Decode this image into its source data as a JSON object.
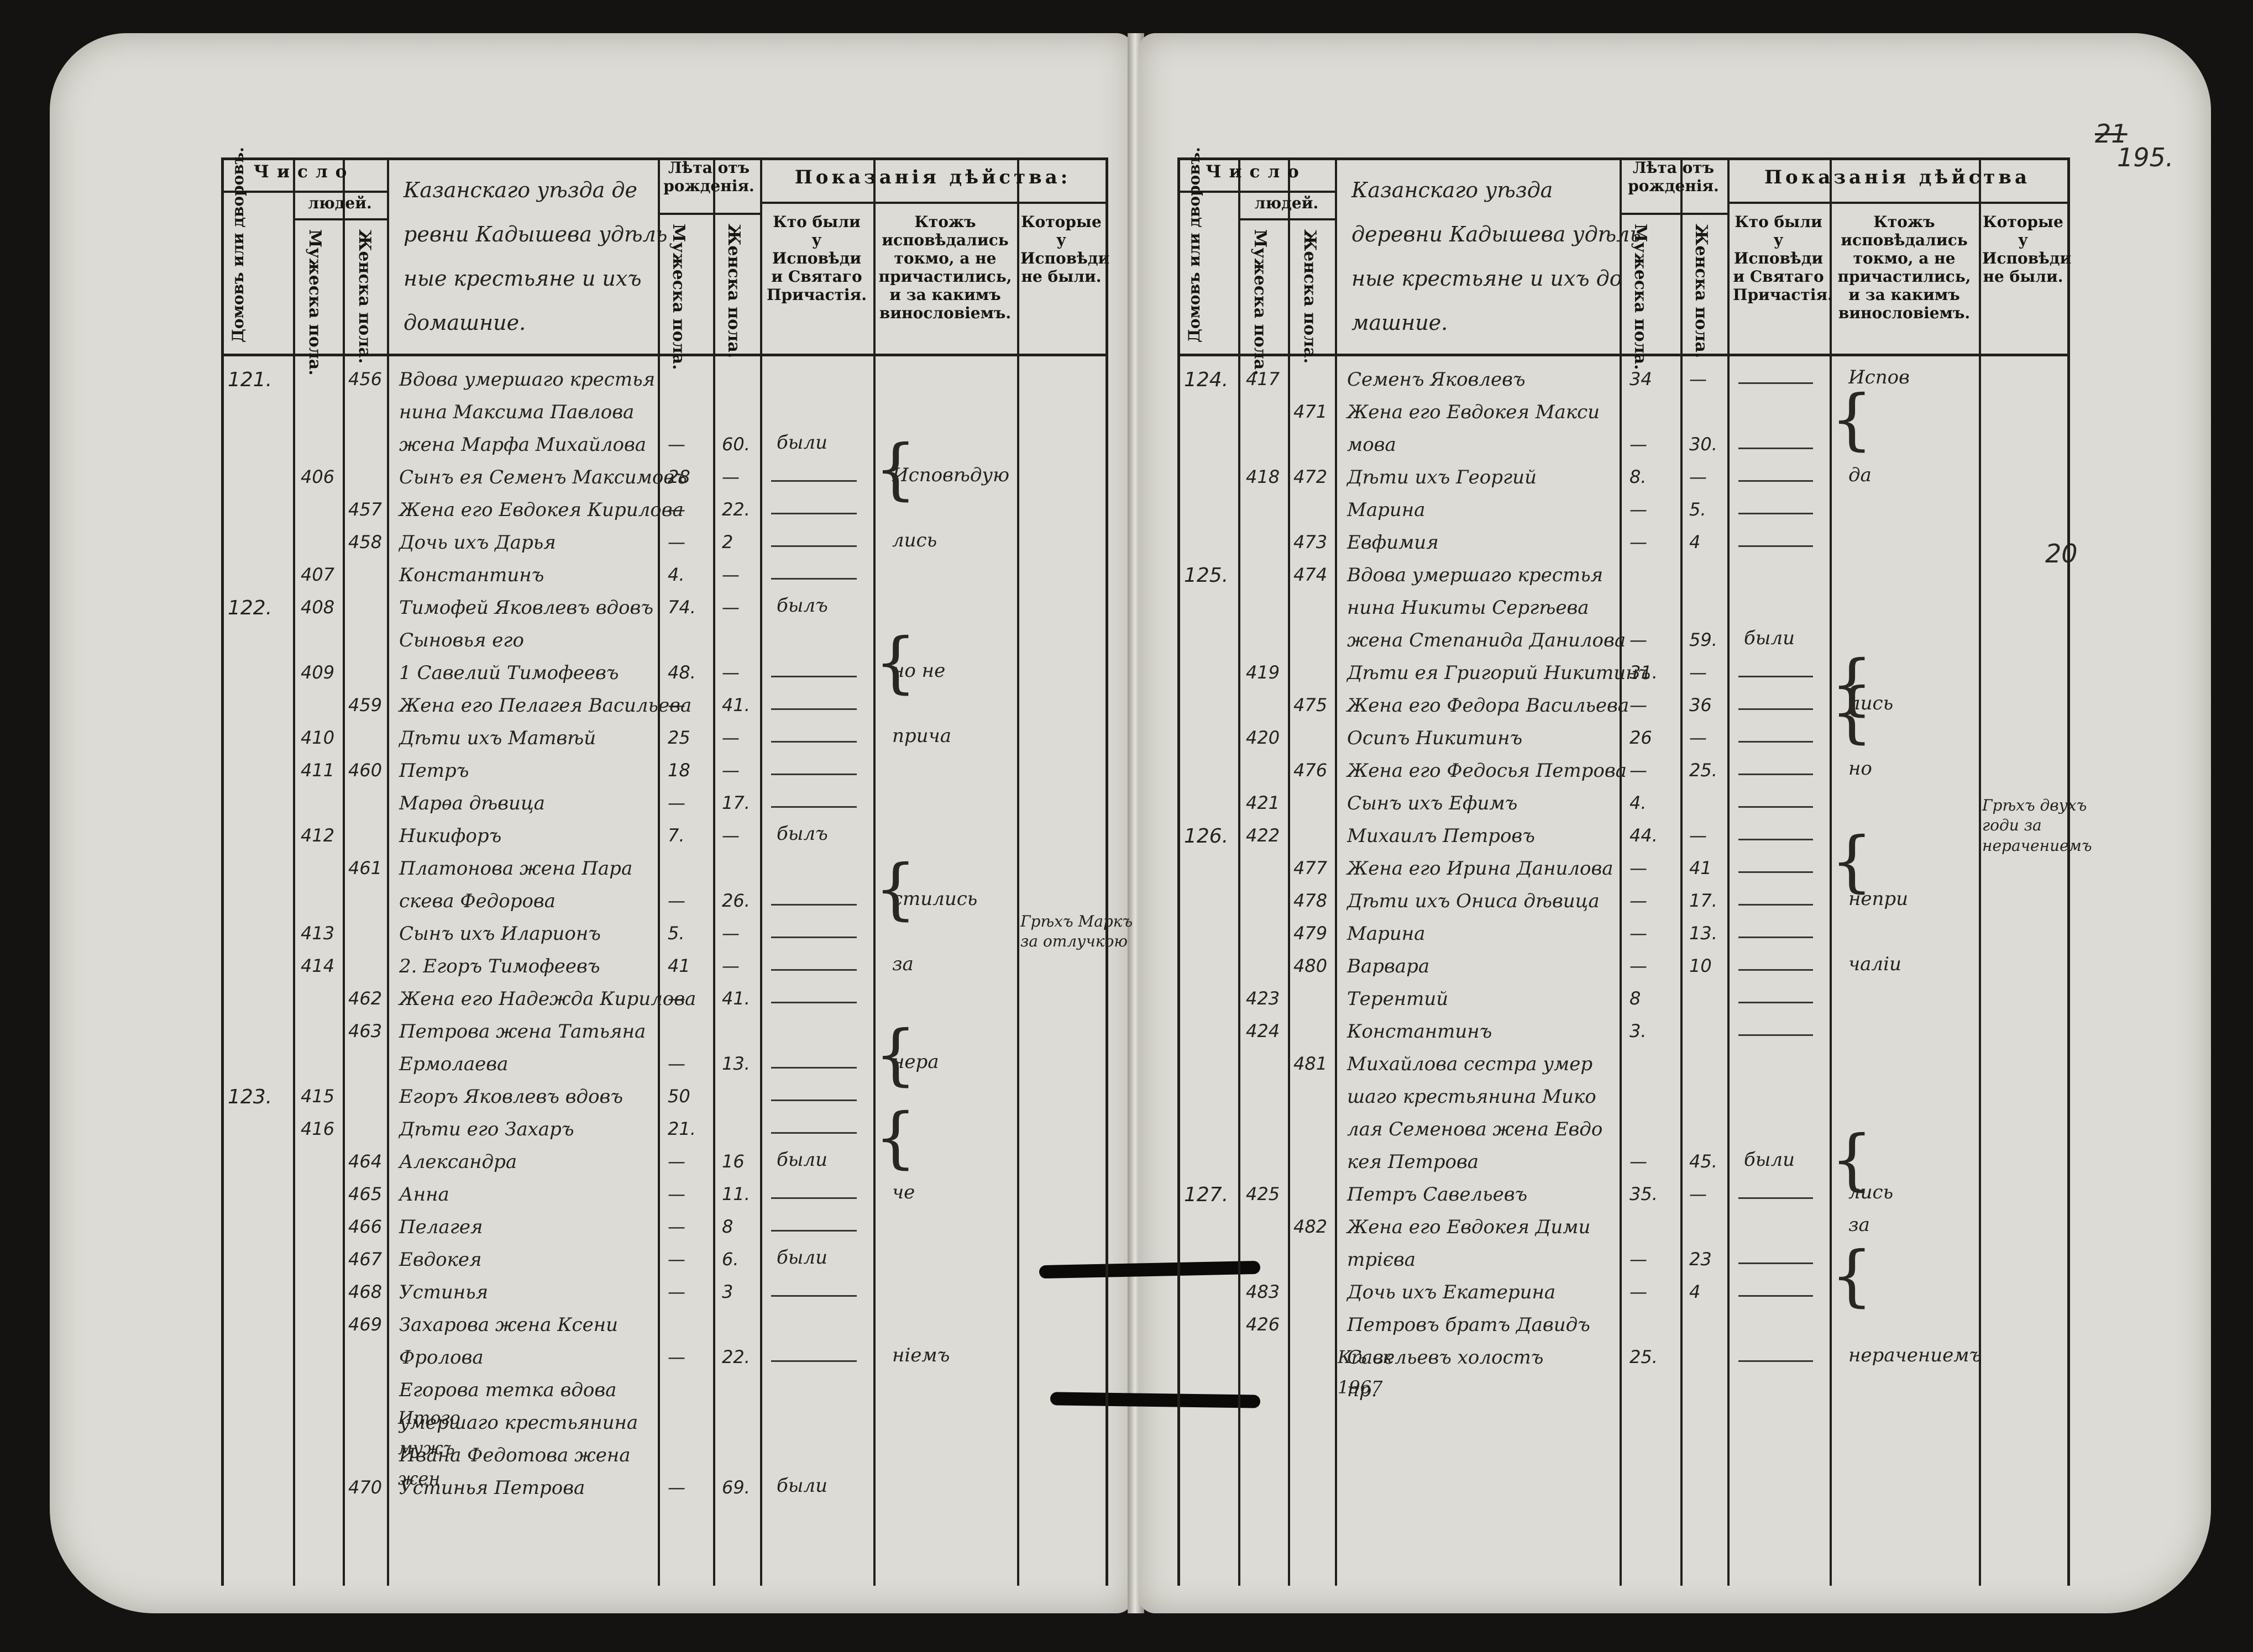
{
  "colors": {
    "paper": "#dcdbd5",
    "ink": "#23201c",
    "background": "#151311"
  },
  "left": {
    "header": {
      "chislo": "Число",
      "lyudey": "людей.",
      "domov": "Домовъ или дворовъ.",
      "muzh": "Мужеска пола.",
      "zhen": "Женска пола.",
      "title_hw": [
        "Казанскаго уѣзда де",
        "ревни Кадышева удѣль",
        "ные крестьяне и ихъ",
        "домашние."
      ],
      "let_ot": "Лѣта отъ рожденія.",
      "muzh2": "Мужеска пола.",
      "zhen2": "Женска пола.",
      "pokazaniya": "Показанія дѣйства:",
      "kto": "Кто были у Исповѣди и Святаго Причастія.",
      "ktozh": "Ктожъ исповѣдались токмо, а не причастились, и за какимъ винословіемъ.",
      "kotorye": "Которые у Исповѣди не были."
    },
    "rows": [
      {
        "d": "121.",
        "m": "",
        "f": "456",
        "name": "Вдова умершаго крестья",
        "am": "",
        "af": "",
        "c1": "",
        "c2": ""
      },
      {
        "d": "",
        "m": "",
        "f": "",
        "name": "нина Максима Павлова",
        "am": "",
        "af": "",
        "c1": "",
        "c2": ""
      },
      {
        "d": "",
        "m": "",
        "f": "",
        "name": "жена Марфа Михайлова",
        "am": "—",
        "af": "60.",
        "c1": "были",
        "c2": ""
      },
      {
        "d": "",
        "m": "406",
        "f": "",
        "name": "Сынъ ея Семенъ Максимовъ",
        "am": "28",
        "af": "—",
        "c1": "",
        "c2": "Исповѣдую"
      },
      {
        "d": "",
        "m": "",
        "f": "457",
        "name": "Жена его Евдокея Кирилова",
        "am": "—",
        "af": "22.",
        "c1": "",
        "c2": ""
      },
      {
        "d": "",
        "m": "",
        "f": "458",
        "name": "Дочь ихъ Дарья",
        "am": "—",
        "af": "2",
        "c1": "",
        "c2": "лись"
      },
      {
        "d": "",
        "m": "407",
        "f": "",
        "name": "Константинъ",
        "am": "4.",
        "af": "—",
        "c1": "",
        "c2": ""
      },
      {
        "d": "122.",
        "m": "408",
        "f": "",
        "name": "Тимофей Яковлевъ вдовъ",
        "am": "74.",
        "af": "—",
        "c1": "былъ",
        "c2": ""
      },
      {
        "d": "",
        "m": "",
        "f": "",
        "name": "Сыновья его",
        "am": "",
        "af": "",
        "c1": "",
        "c2": ""
      },
      {
        "d": "",
        "m": "409",
        "f": "",
        "name": "1 Савелий Тимофеевъ",
        "am": "48.",
        "af": "—",
        "c1": "",
        "c2": "но не"
      },
      {
        "d": "",
        "m": "",
        "f": "459",
        "name": "Жена его Пелагея Васильева",
        "am": "—",
        "af": "41.",
        "c1": "",
        "c2": ""
      },
      {
        "d": "",
        "m": "410",
        "f": "",
        "name": "Дѣти ихъ Матвѣй",
        "am": "25",
        "af": "—",
        "c1": "",
        "c2": "прича"
      },
      {
        "d": "",
        "m": "411",
        "f": "460",
        "name": "Петръ",
        "am": "18",
        "af": "—",
        "c1": "",
        "c2": ""
      },
      {
        "d": "",
        "m": "",
        "f": "",
        "name": "Марѳа дѣвица",
        "am": "—",
        "af": "17.",
        "c1": "",
        "c2": ""
      },
      {
        "d": "",
        "m": "412",
        "f": "",
        "name": "Никифоръ",
        "am": "7.",
        "af": "—",
        "c1": "былъ",
        "c2": ""
      },
      {
        "d": "",
        "m": "",
        "f": "461",
        "name": "Платонова жена Пара",
        "am": "",
        "af": "",
        "c1": "",
        "c2": ""
      },
      {
        "d": "",
        "m": "",
        "f": "",
        "name": "скева Федорова",
        "am": "—",
        "af": "26.",
        "c1": "",
        "c2": "стились"
      },
      {
        "d": "",
        "m": "413",
        "f": "",
        "name": "Сынъ ихъ Иларионъ",
        "am": "5.",
        "af": "—",
        "c1": "",
        "c2": ""
      },
      {
        "d": "",
        "m": "414",
        "f": "",
        "name": "2. Егоръ Тимофеевъ",
        "am": "41",
        "af": "—",
        "c1": "",
        "c2": "за"
      },
      {
        "d": "",
        "m": "",
        "f": "462",
        "name": "Жена его Надежда Кирилова",
        "am": "—",
        "af": "41.",
        "c1": "",
        "c2": ""
      },
      {
        "d": "",
        "m": "",
        "f": "463",
        "name": "Петрова жена Татьяна",
        "am": "",
        "af": "",
        "c1": "",
        "c2": ""
      },
      {
        "d": "",
        "m": "",
        "f": "",
        "name": "Ермолаева",
        "am": "—",
        "af": "13.",
        "c1": "",
        "c2": "нера"
      },
      {
        "d": "123.",
        "m": "415",
        "f": "",
        "name": "Егоръ Яковлевъ вдовъ",
        "am": "50",
        "af": "",
        "c1": "",
        "c2": ""
      },
      {
        "d": "",
        "m": "416",
        "f": "",
        "name": "Дѣти его Захаръ",
        "am": "21.",
        "af": "",
        "c1": "",
        "c2": ""
      },
      {
        "d": "",
        "m": "",
        "f": "464",
        "name": "Александра",
        "am": "—",
        "af": "16",
        "c1": "были",
        "c2": ""
      },
      {
        "d": "",
        "m": "",
        "f": "465",
        "name": "Анна",
        "am": "—",
        "af": "11.",
        "c1": "",
        "c2": "че"
      },
      {
        "d": "",
        "m": "",
        "f": "466",
        "name": "Пелагея",
        "am": "—",
        "af": "8",
        "c1": "",
        "c2": ""
      },
      {
        "d": "",
        "m": "",
        "f": "467",
        "name": "Евдокея",
        "am": "—",
        "af": "6.",
        "c1": "были",
        "c2": ""
      },
      {
        "d": "",
        "m": "",
        "f": "468",
        "name": "Устинья",
        "am": "—",
        "af": "3",
        "c1": "",
        "c2": ""
      },
      {
        "d": "",
        "m": "",
        "f": "469",
        "name": "Захарова жена Ксени",
        "am": "",
        "af": "",
        "c1": "",
        "c2": ""
      },
      {
        "d": "",
        "m": "",
        "f": "",
        "name": "Фролова",
        "am": "—",
        "af": "22.",
        "c1": "",
        "c2": "ніемъ"
      },
      {
        "d": "",
        "m": "",
        "f": "",
        "name": "Егорова тетка вдова",
        "am": "",
        "af": "",
        "c1": "",
        "c2": ""
      },
      {
        "d": "",
        "m": "",
        "f": "",
        "name": "умершаго крестьянина",
        "am": "",
        "af": "",
        "c1": "",
        "c2": ""
      },
      {
        "d": "",
        "m": "",
        "f": "",
        "name": "Ивана Федотова жена",
        "am": "",
        "af": "",
        "c1": "",
        "c2": ""
      },
      {
        "d": "",
        "m": "",
        "f": "470",
        "name": "Устинья Петрова",
        "am": "—",
        "af": "69.",
        "c1": "были",
        "c2": ""
      }
    ],
    "note_col4": "Грѣхъ Маркъ за отлучкою",
    "bottom_sum": [
      "Итого",
      "мужъ",
      "жен"
    ]
  },
  "right": {
    "header": {
      "chislo": "Число",
      "lyudey": "людей.",
      "domov": "Домовъ или дворовъ.",
      "muzh": "Мужеска пола.",
      "zhen": "Женска пола.",
      "title_hw": [
        "Казанскаго уѣзда",
        "деревни Кадышева удѣль",
        "ные крестьяне и ихъ до",
        "машние."
      ],
      "let_ot": "Лѣта отъ рожденія.",
      "muzh2": "Мужеска пола.",
      "zhen2": "Женска пола.",
      "pokazaniya": "Показанія дѣйства",
      "kto": "Кто были у Исповѣди и Святаго Причастія.",
      "ktozh": "Ктожъ исповѣдались токмо, а не причастились, и за какимъ винословіемъ.",
      "kotorye": "Которые у Исповѣди не были."
    },
    "rows": [
      {
        "d": "124.",
        "m": "417",
        "f": "",
        "name": "Семенъ Яковлевъ",
        "am": "34",
        "af": "—",
        "c1": "",
        "c2": "Испов"
      },
      {
        "d": "",
        "m": "",
        "f": "471",
        "name": "Жена его Евдокея Макси",
        "am": "",
        "af": "",
        "c1": "",
        "c2": ""
      },
      {
        "d": "",
        "m": "",
        "f": "",
        "name": "мова",
        "am": "—",
        "af": "30.",
        "c1": "",
        "c2": ""
      },
      {
        "d": "",
        "m": "418",
        "f": "472",
        "name": "Дѣти ихъ Георгий",
        "am": "8.",
        "af": "—",
        "c1": "",
        "c2": "да"
      },
      {
        "d": "",
        "m": "",
        "f": "",
        "name": "Марина",
        "am": "—",
        "af": "5.",
        "c1": "",
        "c2": ""
      },
      {
        "d": "",
        "m": "",
        "f": "473",
        "name": "Евфимия",
        "am": "—",
        "af": "4",
        "c1": "",
        "c2": ""
      },
      {
        "d": "125.",
        "m": "",
        "f": "474",
        "name": "Вдова умершаго крестья",
        "am": "",
        "af": "",
        "c1": "",
        "c2": ""
      },
      {
        "d": "",
        "m": "",
        "f": "",
        "name": "нина Никиты Сергѣева",
        "am": "",
        "af": "",
        "c1": "",
        "c2": ""
      },
      {
        "d": "",
        "m": "",
        "f": "",
        "name": "жена Степанида Данилова",
        "am": "—",
        "af": "59.",
        "c1": "были",
        "c2": ""
      },
      {
        "d": "",
        "m": "419",
        "f": "",
        "name": "Дѣти ея Григорий Никитинъ",
        "am": "31.",
        "af": "—",
        "c1": "",
        "c2": ""
      },
      {
        "d": "",
        "m": "",
        "f": "475",
        "name": "Жена его Федора Васильева",
        "am": "—",
        "af": "36",
        "c1": "",
        "c2": "лись"
      },
      {
        "d": "",
        "m": "420",
        "f": "",
        "name": "Осипъ Никитинъ",
        "am": "26",
        "af": "—",
        "c1": "",
        "c2": ""
      },
      {
        "d": "",
        "m": "",
        "f": "476",
        "name": "Жена его Федосья Петрова",
        "am": "—",
        "af": "25.",
        "c1": "",
        "c2": "но"
      },
      {
        "d": "",
        "m": "421",
        "f": "",
        "name": "Сынъ ихъ Ефимъ",
        "am": "4.",
        "af": "",
        "c1": "",
        "c2": ""
      },
      {
        "d": "126.",
        "m": "422",
        "f": "",
        "name": "Михаилъ Петровъ",
        "am": "44.",
        "af": "—",
        "c1": "",
        "c2": ""
      },
      {
        "d": "",
        "m": "",
        "f": "477",
        "name": "Жена его Ирина Данилова",
        "am": "—",
        "af": "41",
        "c1": "",
        "c2": ""
      },
      {
        "d": "",
        "m": "",
        "f": "478",
        "name": "Дѣти ихъ Ониса дѣвица",
        "am": "—",
        "af": "17.",
        "c1": "",
        "c2": "непри"
      },
      {
        "d": "",
        "m": "",
        "f": "479",
        "name": "Марина",
        "am": "—",
        "af": "13.",
        "c1": "",
        "c2": ""
      },
      {
        "d": "",
        "m": "",
        "f": "480",
        "name": "Варвара",
        "am": "—",
        "af": "10",
        "c1": "",
        "c2": "чаліи"
      },
      {
        "d": "",
        "m": "423",
        "f": "",
        "name": "Терентий",
        "am": "8",
        "af": "",
        "c1": "",
        "c2": ""
      },
      {
        "d": "",
        "m": "424",
        "f": "",
        "name": "Константинъ",
        "am": "3.",
        "af": "",
        "c1": "",
        "c2": ""
      },
      {
        "d": "",
        "m": "",
        "f": "481",
        "name": "Михайлова сестра умер",
        "am": "",
        "af": "",
        "c1": "",
        "c2": ""
      },
      {
        "d": "",
        "m": "",
        "f": "",
        "name": "шаго крестьянина Мико",
        "am": "",
        "af": "",
        "c1": "",
        "c2": ""
      },
      {
        "d": "",
        "m": "",
        "f": "",
        "name": "лая Семенова жена Евдо",
        "am": "",
        "af": "",
        "c1": "",
        "c2": ""
      },
      {
        "d": "",
        "m": "",
        "f": "",
        "name": "кея Петрова",
        "am": "—",
        "af": "45.",
        "c1": "были",
        "c2": ""
      },
      {
        "d": "127.",
        "m": "425",
        "f": "",
        "name": "Петръ Савельевъ",
        "am": "35.",
        "af": "—",
        "c1": "",
        "c2": "лись"
      },
      {
        "d": "",
        "m": "",
        "f": "482",
        "name": "Жена его Евдокея Дими",
        "am": "",
        "af": "",
        "c1": "",
        "c2": "за"
      },
      {
        "d": "",
        "m": "",
        "f": "",
        "name": "трієва",
        "am": "—",
        "af": "23",
        "c1": "",
        "c2": ""
      },
      {
        "d": "",
        "m": "483",
        "f": "",
        "name": "Дочь ихъ Екатерина",
        "am": "—",
        "af": "4",
        "c1": "",
        "c2": ""
      },
      {
        "d": "",
        "m": "426",
        "f": "",
        "name": "Петровъ братъ Давидъ",
        "am": "",
        "af": "",
        "c1": "",
        "c2": ""
      },
      {
        "d": "",
        "m": "",
        "f": "",
        "name": "Савельевъ холостъ",
        "am": "25.",
        "af": "",
        "c1": "",
        "c2": "нерачениемъ"
      },
      {
        "d": "",
        "m": "",
        "f": "",
        "name": "пр.",
        "am": "",
        "af": "",
        "c1": "",
        "c2": ""
      }
    ],
    "note_col4": "Грѣхъ двухъ годи за нерачениемъ",
    "bottom_sum": [
      "Кѣ ск",
      "1967"
    ],
    "folio": "195.",
    "folio_prev": "21",
    "margin_mark": "20"
  }
}
